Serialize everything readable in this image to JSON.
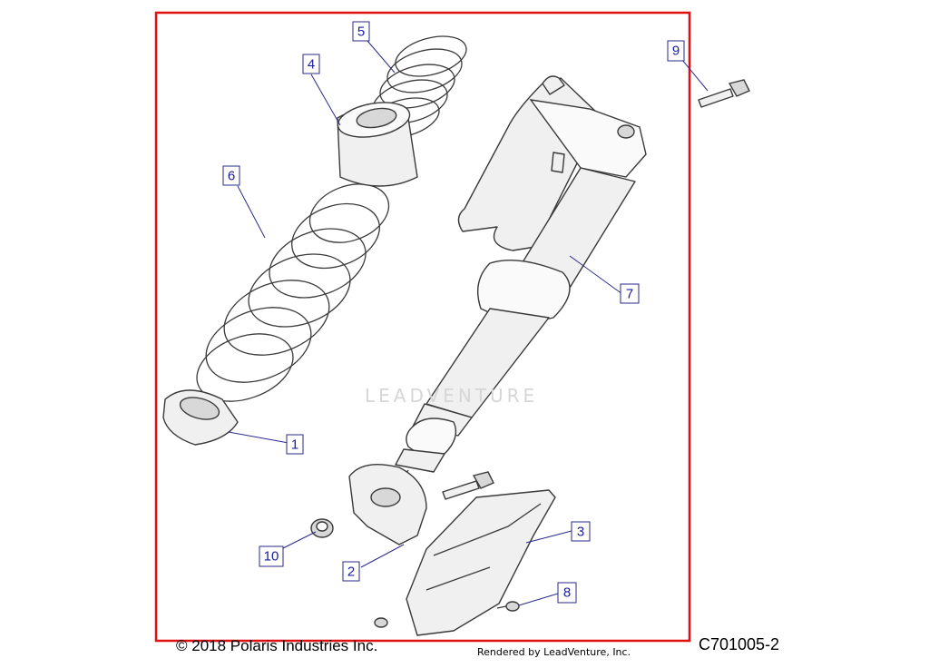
{
  "callouts": [
    {
      "id": "1",
      "label": "1"
    },
    {
      "id": "2",
      "label": "2"
    },
    {
      "id": "3",
      "label": "3"
    },
    {
      "id": "4",
      "label": "4"
    },
    {
      "id": "5",
      "label": "5"
    },
    {
      "id": "6",
      "label": "6"
    },
    {
      "id": "7",
      "label": "7"
    },
    {
      "id": "8",
      "label": "8"
    },
    {
      "id": "9",
      "label": "9"
    },
    {
      "id": "10",
      "label": "10"
    }
  ],
  "footer": {
    "copyright": "© 2018 Polaris Industries Inc.",
    "rendered_by": "Rendered by LeadVenture, Inc.",
    "figure_code": "C701005-2"
  },
  "watermark": "LEADVENTURE",
  "colors": {
    "frame": "#e01010",
    "callout_text": "#1a1aa0",
    "line_art": "#3a3a3a"
  }
}
